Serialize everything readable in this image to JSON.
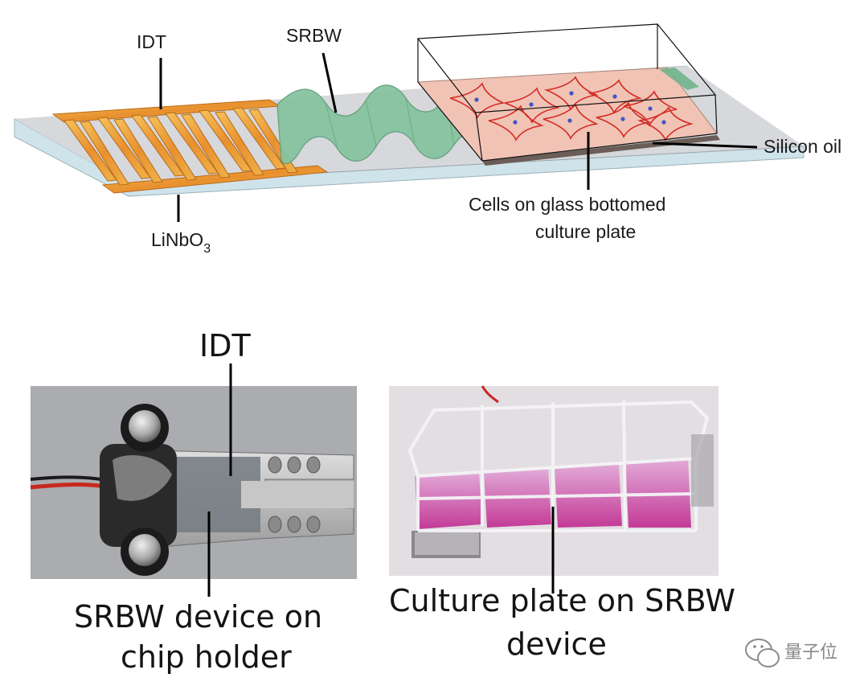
{
  "schematic": {
    "labels": {
      "idt": "IDT",
      "srbw": "SRBW",
      "substrate_main": "LiNbO",
      "substrate_sub": "3",
      "oil": "Silicon oil",
      "cells_line1": "Cells on glass bottomed",
      "cells_line2": "culture plate"
    }
  },
  "photos": {
    "left": {
      "top_label": "IDT",
      "caption_line1": "SRBW device on",
      "caption_line2": "chip holder"
    },
    "right": {
      "caption_line1": "Culture plate on SRBW",
      "caption_line2": "device"
    }
  },
  "watermark": {
    "text": "量子位",
    "icon": "wechat-icon"
  },
  "colors": {
    "idt_gold": "#e8a040",
    "wave_green": "#7fbf98",
    "culture_pink": "#f2c8bc",
    "cell_red": "#d8302a",
    "nucleus_blue": "#4a5fc0",
    "substrate_grey": "#d6d8db"
  }
}
